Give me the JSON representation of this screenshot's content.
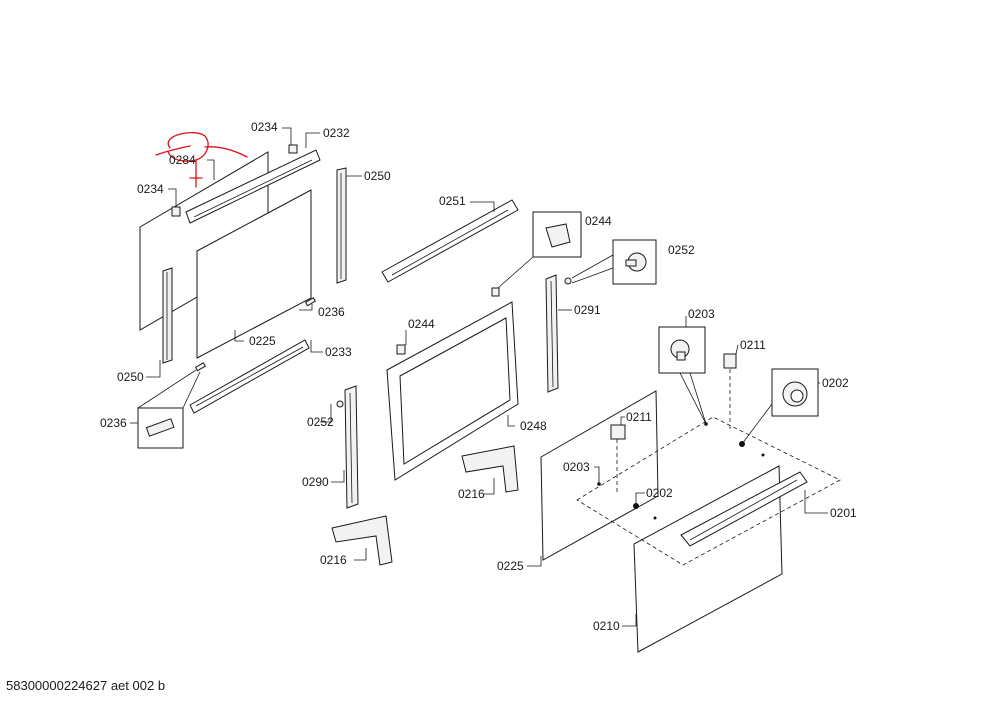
{
  "diagram": {
    "document_id": "58300000224627 aet 002 b",
    "part_labels": {
      "l0234_top": "0234",
      "l0232": "0232",
      "l0284": "0284",
      "l0234_left": "0234",
      "l0250_top": "0250",
      "l0251": "0251",
      "l0244_top": "0244",
      "l0252_top": "0252",
      "l0236_mid": "0236",
      "l0225_left": "0225",
      "l0233": "0233",
      "l0244_mid": "0244",
      "l0291": "0291",
      "l0203_top": "0203",
      "l0211_top": "0211",
      "l0202_right": "0202",
      "l0250_left": "0250",
      "l0236_left": "0236",
      "l0252_mid": "0252",
      "l0248": "0248",
      "l0211_mid": "0211",
      "l0290": "0290",
      "l0216_mid": "0216",
      "l0203_mid": "0203",
      "l0202_mid": "0202",
      "l0201": "0201",
      "l0216_bottom": "0216",
      "l0225_bottom": "0225",
      "l0210": "0210"
    },
    "annotation": {
      "color": "#e0101a"
    }
  }
}
